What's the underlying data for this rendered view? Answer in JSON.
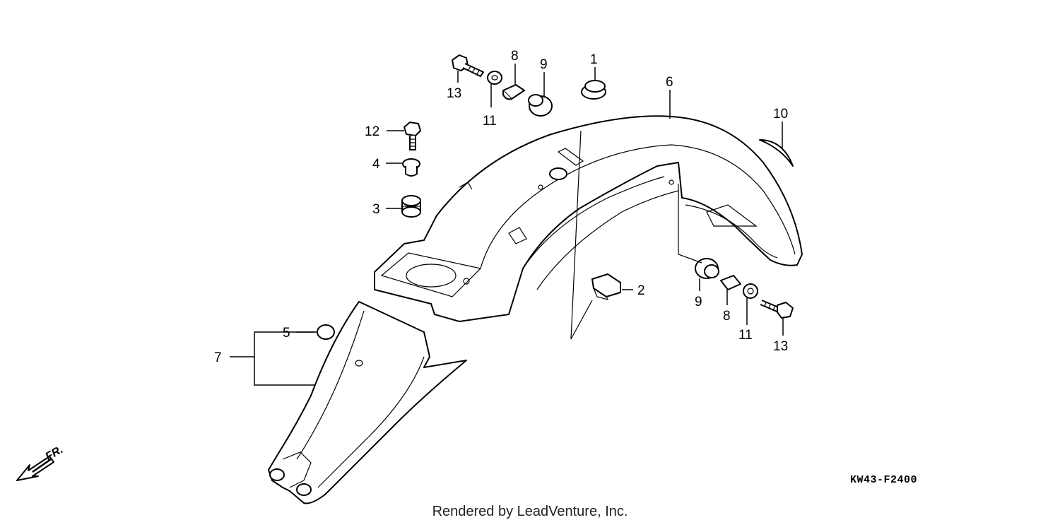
{
  "callouts": {
    "c1": "1",
    "c2": "2",
    "c3": "3",
    "c4": "4",
    "c5": "5",
    "c6": "6",
    "c7": "7",
    "c8a": "8",
    "c8b": "8",
    "c9a": "9",
    "c9b": "9",
    "c10": "10",
    "c11a": "11",
    "c11b": "11",
    "c12": "12",
    "c13a": "13",
    "c13b": "13"
  },
  "direction_label": "FR.",
  "diagram_code": "KW43-F2400",
  "credit": "Rendered by LeadVenture, Inc."
}
